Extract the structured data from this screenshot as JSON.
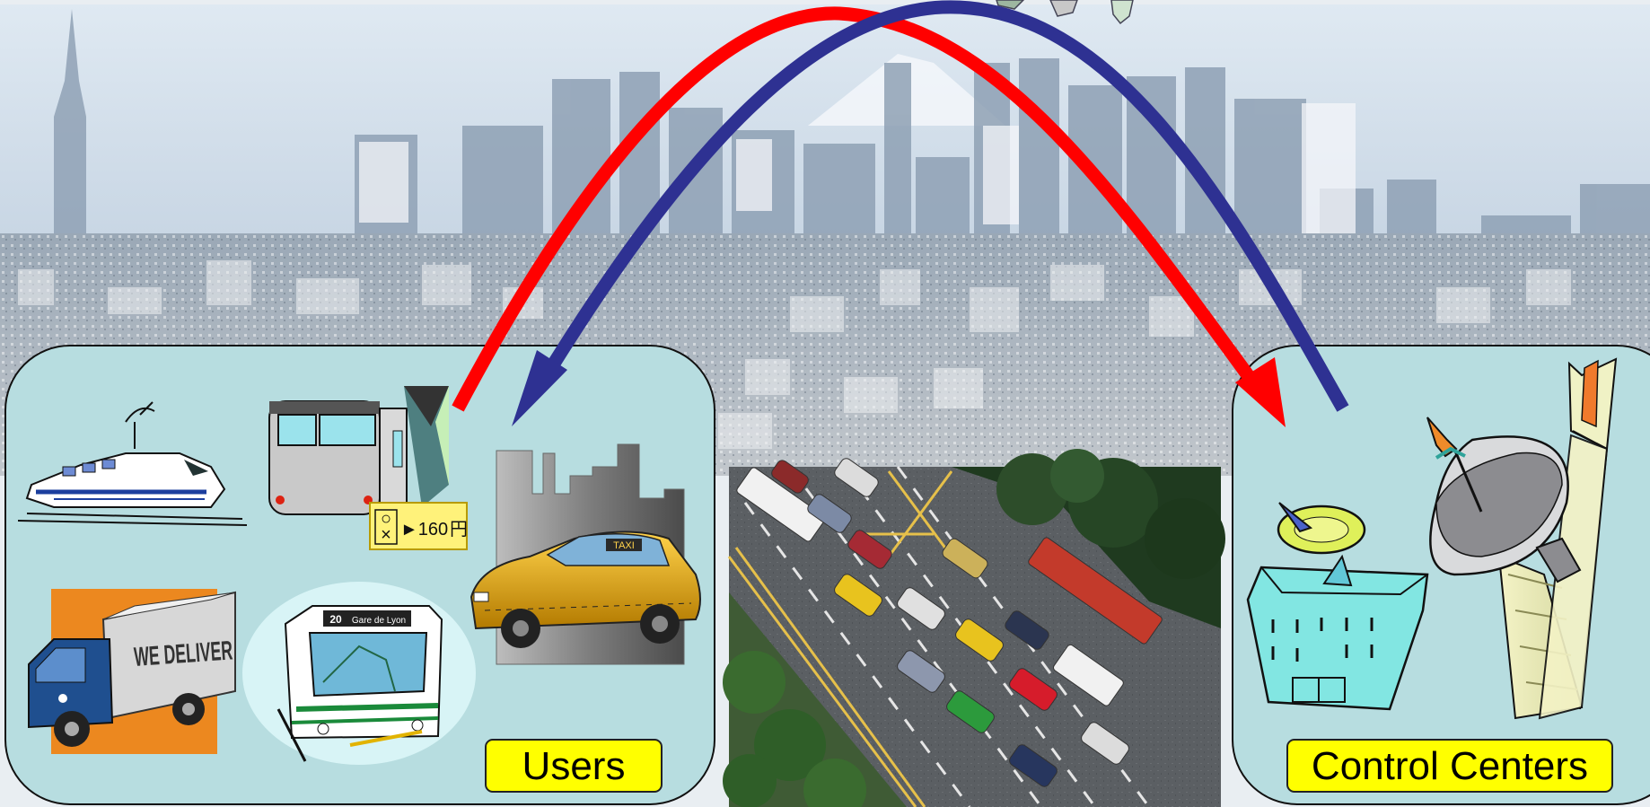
{
  "labels": {
    "users": "Users",
    "control_centers": "Control Centers"
  },
  "fare_sign": {
    "symbols": "○\n×",
    "text": "►160",
    "unit": "円"
  },
  "truck_text": "WE DELIVER",
  "taxi_text": "TAXI",
  "bus_sign": {
    "route": "20",
    "destination": "Gare de Lyon"
  },
  "arrows": {
    "uplink_color": "#ff0000",
    "downlink_color": "#2e3192"
  },
  "colors": {
    "panel_fill": "#b7dde0",
    "label_fill": "#ffff00"
  },
  "icons": [
    "city-skyline-background",
    "bullet-train-icon",
    "commuter-train-icon",
    "delivery-truck-icon",
    "city-bus-icon",
    "taxi-icon",
    "traffic-aerial-photo",
    "control-building-icon",
    "radar-tower-icon",
    "satellite-icon"
  ]
}
